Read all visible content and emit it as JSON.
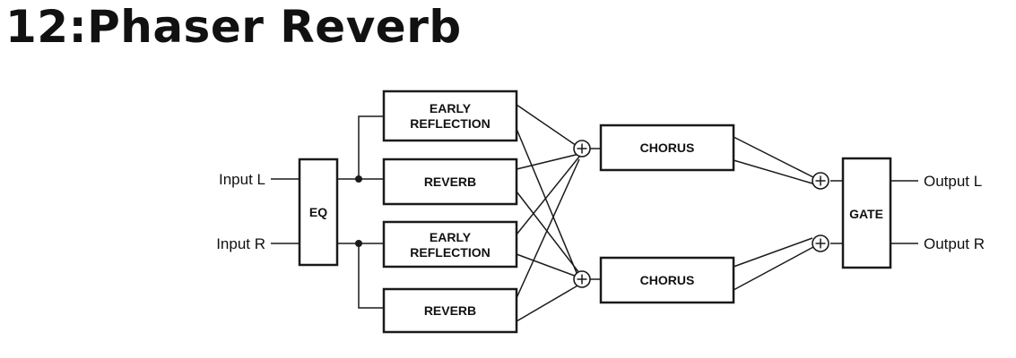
{
  "title": "12:Phaser Reverb",
  "inputs": {
    "left": "Input L",
    "right": "Input R"
  },
  "outputs": {
    "left": "Output L",
    "right": "Output R"
  },
  "blocks": {
    "eq": "EQ",
    "early_reflection_l": [
      "EARLY",
      "REFLECTION"
    ],
    "reverb_l": "REVERB",
    "early_reflection_r": [
      "EARLY",
      "REFLECTION"
    ],
    "reverb_r": "REVERB",
    "chorus_l": "CHORUS",
    "chorus_r": "CHORUS",
    "gate": "GATE"
  }
}
